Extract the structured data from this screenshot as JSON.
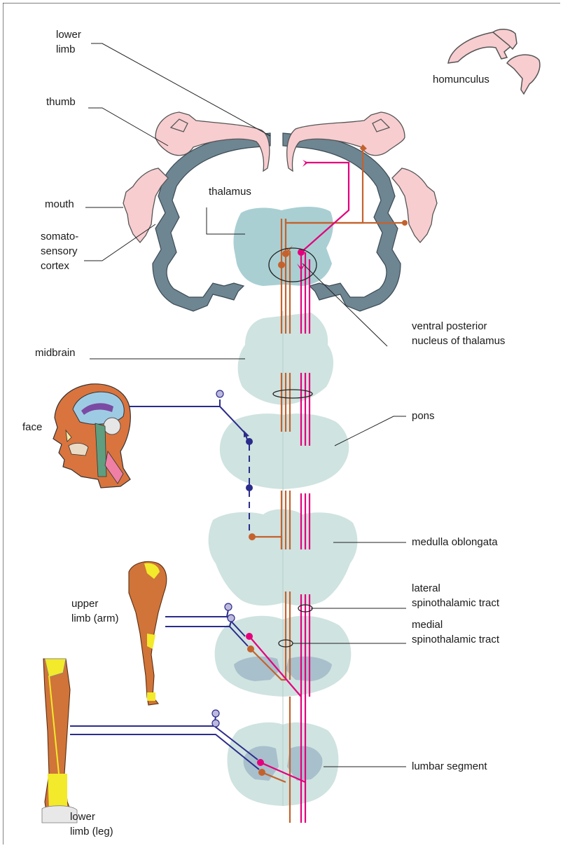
{
  "labels": {
    "lower_limb_1": "lower",
    "lower_limb_2": "limb",
    "thumb": "thumb",
    "mouth": "mouth",
    "somatosensory_1": "somato-",
    "somatosensory_2": "sensory",
    "somatosensory_3": "cortex",
    "thalamus": "thalamus",
    "homunculus": "homunculus",
    "vpn_1": "ventral posterior",
    "vpn_2": "nucleus of thalamus",
    "midbrain": "midbrain",
    "face": "face",
    "pons": "pons",
    "medulla": "medulla oblongata",
    "upper_limb_1": "upper",
    "upper_limb_2": "limb (arm)",
    "lateral_1": "lateral",
    "lateral_2": "spinothalamic tract",
    "medial_1": "medial",
    "medial_2": "spinothalamic tract",
    "lumbar": "lumbar segment",
    "lower_leg_1": "lower",
    "lower_leg_2": "limb (leg)"
  },
  "colors": {
    "cortex": "#6e8592",
    "homunculus": "#f7cdd0",
    "thalamus": "#a9cfd3",
    "brainstem": "#cfe3e0",
    "grey_matter": "#a8bfcc",
    "lateral_tract": "#e4007c",
    "medial_tract": "#c4622d",
    "face_pathway": "#2b2c8c",
    "muscle": "#d0743a",
    "tendon": "#f2ea2a"
  }
}
